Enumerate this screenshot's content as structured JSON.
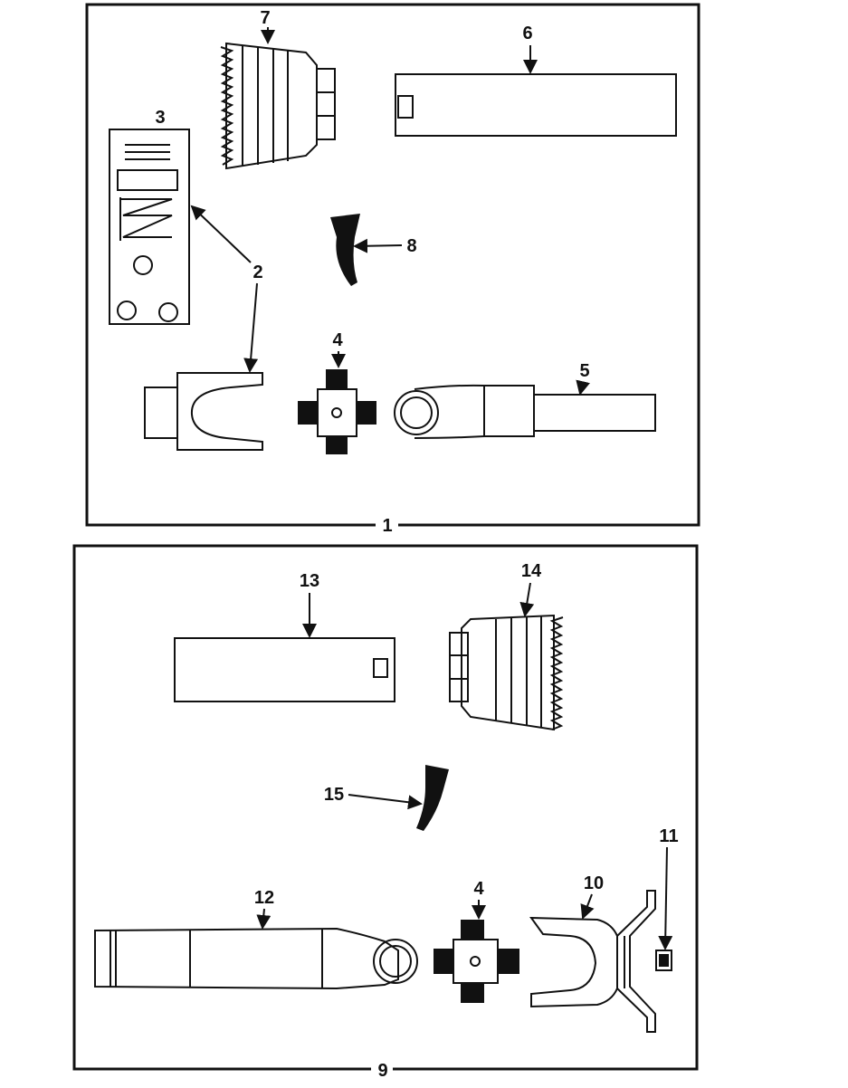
{
  "figure": {
    "upper_assembly": {
      "label": "1",
      "callouts": [
        "2",
        "3",
        "4",
        "5",
        "6",
        "7",
        "8"
      ]
    },
    "lower_assembly": {
      "label": "9",
      "callouts": [
        "4",
        "10",
        "11",
        "12",
        "13",
        "14",
        "15"
      ]
    }
  }
}
